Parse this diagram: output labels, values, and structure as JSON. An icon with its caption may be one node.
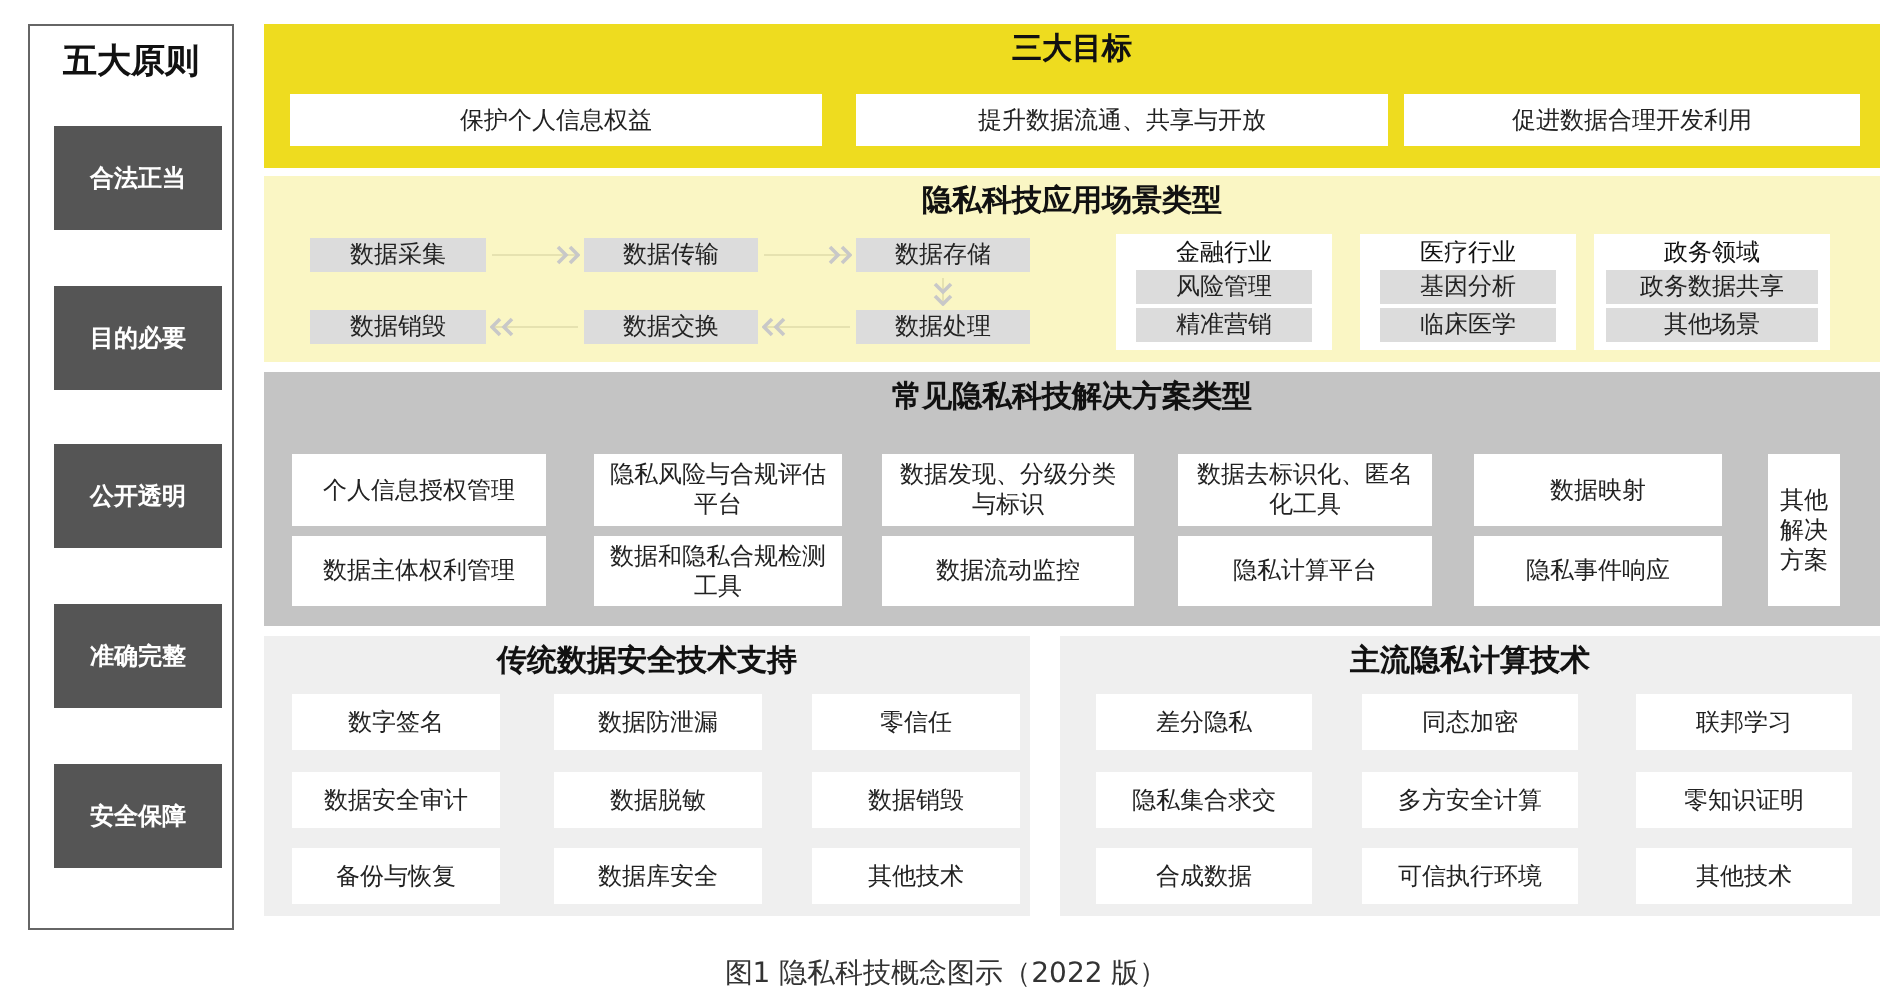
{
  "diagram": {
    "caption": "图1  隐私科技概念图示（2022 版）",
    "nodes": [
      {
        "text": [
          "五大原则"
        ]
      },
      {
        "text": [
          "合法正当"
        ],
        "in": 0
      },
      {
        "text": [
          "目的必要"
        ],
        "in": 0
      },
      {
        "text": [
          "公开透明"
        ],
        "in": 0
      },
      {
        "text": [
          "准确完整"
        ],
        "in": 0
      },
      {
        "text": [
          "安全保障"
        ],
        "in": 0
      },
      {
        "text": [
          "三大目标"
        ]
      },
      {
        "text": [
          "保护个人信息权益"
        ],
        "in": 6
      },
      {
        "text": [
          "提升数据流通、共享与开放"
        ],
        "in": 6
      },
      {
        "text": [
          "促进数据合理开发利用"
        ],
        "in": 6
      },
      {
        "text": [
          "隐私科技应用场景类型"
        ]
      },
      {
        "text": [
          "数据采集"
        ],
        "in": 10
      },
      {
        "text": [
          "数据传输"
        ],
        "in": 10
      },
      {
        "text": [
          "数据存储"
        ],
        "in": 10
      },
      {
        "text": [
          "数据销毁"
        ],
        "in": 10
      },
      {
        "text": [
          "数据交换"
        ],
        "in": 10
      },
      {
        "text": [
          "数据处理"
        ],
        "in": 10
      },
      {
        "text": [
          "金融行业"
        ],
        "in": 10
      },
      {
        "text": [
          "风险管理"
        ],
        "in": 17
      },
      {
        "text": [
          "精准营销"
        ],
        "in": 17
      },
      {
        "text": [
          "医疗行业"
        ],
        "in": 10
      },
      {
        "text": [
          "基因分析"
        ],
        "in": 20
      },
      {
        "text": [
          "临床医学"
        ],
        "in": 20
      },
      {
        "text": [
          "政务领域"
        ],
        "in": 10
      },
      {
        "text": [
          "政务数据共享"
        ],
        "in": 23
      },
      {
        "text": [
          "其他场景"
        ],
        "in": 23
      },
      {
        "text": [
          "常见隐私科技解决方案类型"
        ]
      },
      {
        "text": [
          "个人信息授权管理"
        ],
        "in": 26
      },
      {
        "text": [
          "隐私风险与合规评估平台"
        ],
        "in": 26
      },
      {
        "text": [
          "数据发现、分级分类与标识"
        ],
        "in": 26
      },
      {
        "text": [
          "数据去标识化、匿名化工具"
        ],
        "in": 26
      },
      {
        "text": [
          "数据映射"
        ],
        "in": 26
      },
      {
        "text": [
          "其他解决方案"
        ],
        "in": 26
      },
      {
        "text": [
          "数据主体权利管理"
        ],
        "in": 26
      },
      {
        "text": [
          "数据和隐私合规检测工具"
        ],
        "in": 26
      },
      {
        "text": [
          "数据流动监控"
        ],
        "in": 26
      },
      {
        "text": [
          "隐私计算平台"
        ],
        "in": 26
      },
      {
        "text": [
          "隐私事件响应"
        ],
        "in": 26
      },
      {
        "text": [
          "传统数据安全技术支持"
        ]
      },
      {
        "text": [
          "数字签名"
        ],
        "in": 38
      },
      {
        "text": [
          "数据防泄漏"
        ],
        "in": 38
      },
      {
        "text": [
          "零信任"
        ],
        "in": 38
      },
      {
        "text": [
          "数据安全审计"
        ],
        "in": 38
      },
      {
        "text": [
          "数据脱敏"
        ],
        "in": 38
      },
      {
        "text": [
          "数据销毁"
        ],
        "in": 38
      },
      {
        "text": [
          "备份与恢复"
        ],
        "in": 38
      },
      {
        "text": [
          "数据库安全"
        ],
        "in": 38
      },
      {
        "text": [
          "其他技术"
        ],
        "in": 38
      },
      {
        "text": [
          "主流隐私计算技术"
        ]
      },
      {
        "text": [
          "差分隐私"
        ],
        "in": 48
      },
      {
        "text": [
          "同态加密"
        ],
        "in": 48
      },
      {
        "text": [
          "联邦学习"
        ],
        "in": 48
      },
      {
        "text": [
          "隐私集合求交"
        ],
        "in": 48
      },
      {
        "text": [
          "多方安全计算"
        ],
        "in": 48
      },
      {
        "text": [
          "零知识证明"
        ],
        "in": 48
      },
      {
        "text": [
          "合成数据"
        ],
        "in": 48
      },
      {
        "text": [
          "可信执行环境"
        ],
        "in": 48
      },
      {
        "text": [
          "其他技术"
        ],
        "in": 48
      }
    ],
    "edges": [
      {
        "from": 11,
        "to": 12,
        "arrow": "to"
      },
      {
        "from": 12,
        "to": 13,
        "arrow": "to"
      },
      {
        "from": 13,
        "to": 16,
        "arrow": "to"
      },
      {
        "from": 16,
        "to": 15,
        "arrow": "to"
      },
      {
        "from": 15,
        "to": 14,
        "arrow": "to"
      }
    ]
  }
}
